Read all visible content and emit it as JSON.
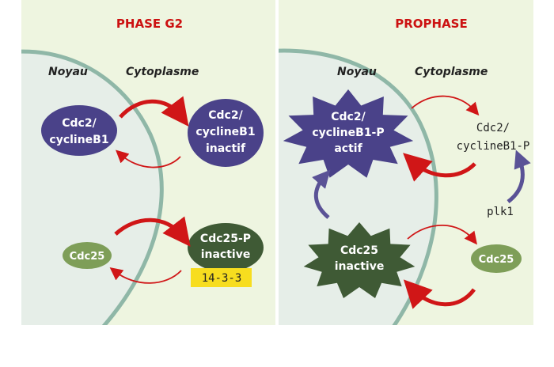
{
  "colors": {
    "panel_bg": "#eef5e0",
    "nucleus_bg": "#e6eee8",
    "membrane": "#8fb7a7",
    "complex": "#4a4289",
    "cdc25_light": "#7e9e58",
    "cdc25_dark": "#3f5a35",
    "arrow_red": "#d01617",
    "arrow_blue": "#5a5296",
    "title_red": "#cc1111",
    "badge_yellow": "#f7dd1f"
  },
  "left_panel": {
    "title": "PHASE G2",
    "nucleus_label": "Noyau",
    "cytoplasm_label": "Cytoplasme",
    "nucleus_complex": [
      "Cdc2/",
      "cyclineB1"
    ],
    "cytoplasm_complex": [
      "Cdc2/",
      "cyclineB1",
      "inactif"
    ],
    "nucleus_cdc25": "Cdc25",
    "cytoplasm_cdc25": [
      "Cdc25-P",
      "inactive"
    ],
    "badge": "14-3-3"
  },
  "right_panel": {
    "title": "PROPHASE",
    "nucleus_label": "Noyau",
    "cytoplasm_label": "Cytoplasme",
    "active_complex": [
      "Cdc2/",
      "cyclineB1-P",
      "actif"
    ],
    "cyto_complex": [
      "Cdc2/",
      "cyclineB1-P"
    ],
    "kinase": "plk1",
    "inactive_cdc25": [
      "Cdc25",
      "inactive"
    ],
    "cyto_cdc25": "Cdc25"
  }
}
